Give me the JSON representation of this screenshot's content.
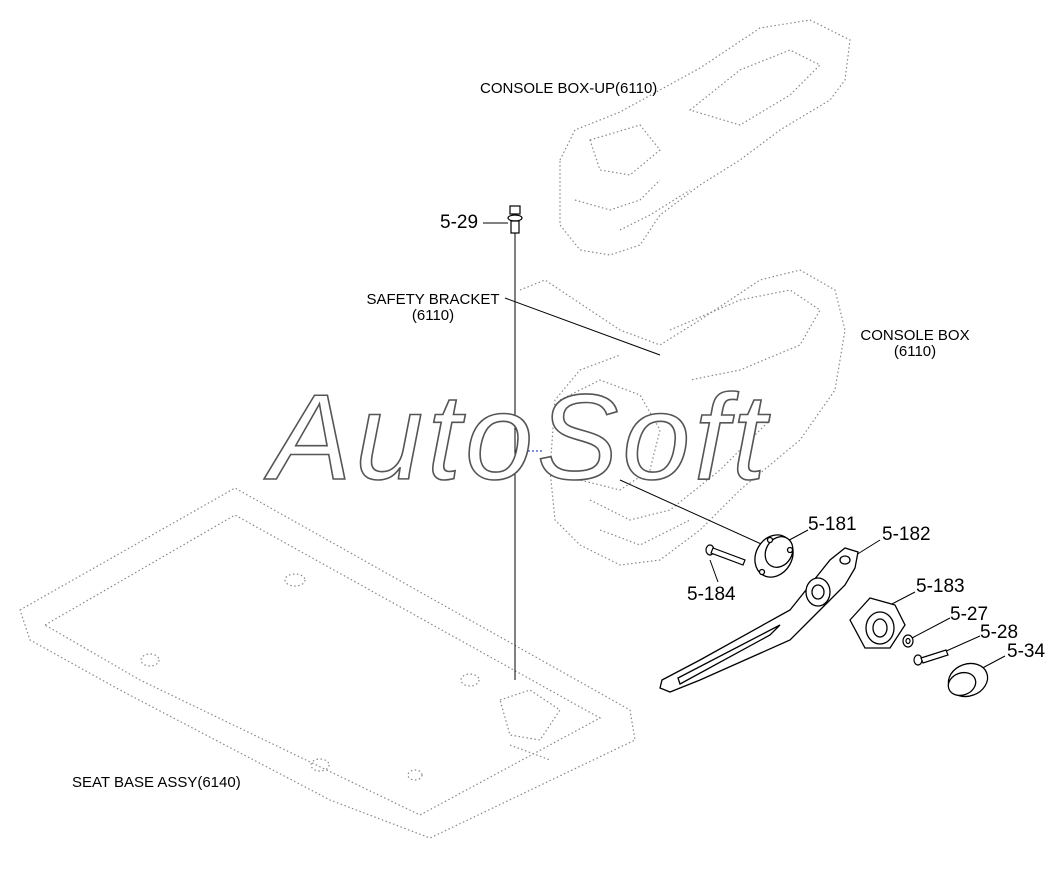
{
  "diagram": {
    "watermark": "AutoSoft",
    "assemblies": {
      "console_box_up": "CONSOLE BOX-UP(6110)",
      "safety_bracket": {
        "name": "SAFETY BRACKET",
        "code": "(6110)"
      },
      "console_box": {
        "name": "CONSOLE BOX",
        "code": "(6110)"
      },
      "seat_base": "SEAT BASE ASSY(6140)"
    },
    "parts": [
      {
        "number": "5-29"
      },
      {
        "number": "5-181"
      },
      {
        "number": "5-182"
      },
      {
        "number": "5-184"
      },
      {
        "number": "5-183"
      },
      {
        "number": "5-27"
      },
      {
        "number": "5-28"
      },
      {
        "number": "5-34"
      }
    ]
  }
}
